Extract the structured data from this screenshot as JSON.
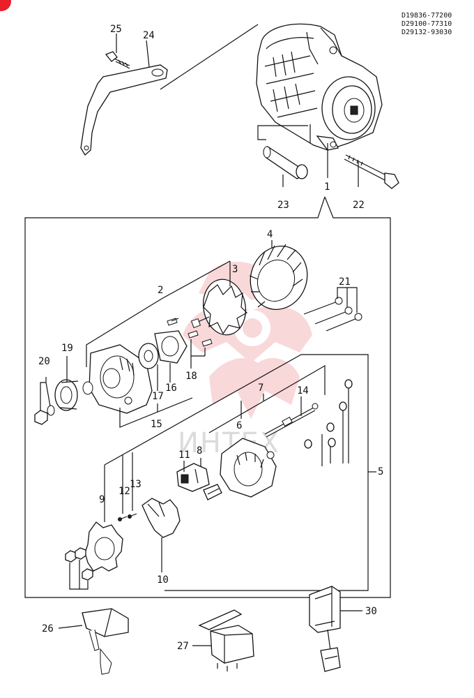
{
  "part_numbers": [
    "D19836-77200",
    "D29100-77310",
    "D29132-93030"
  ],
  "watermark": {
    "text": "ИНТЕХ",
    "color": "#e8505b"
  },
  "corner_badge_color": "#e8202a",
  "callouts": {
    "c1": "1",
    "c2": "2",
    "c3": "3",
    "c4": "4",
    "c5": "5",
    "c6": "6",
    "c7": "7",
    "c8": "8",
    "c9": "9",
    "c10": "10",
    "c11": "11",
    "c12": "12",
    "c13": "13",
    "c14": "14",
    "c15": "15",
    "c16": "16",
    "c17": "17",
    "c18": "18",
    "c19": "19",
    "c20": "20",
    "c21": "21",
    "c22": "22",
    "c23": "23",
    "c24": "24",
    "c25": "25",
    "c26": "26",
    "c27": "27",
    "c30": "30"
  }
}
